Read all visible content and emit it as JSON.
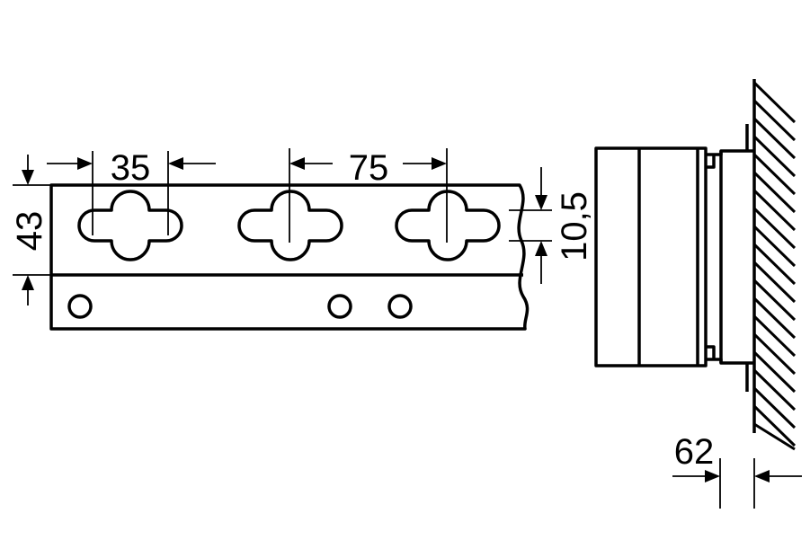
{
  "dimensions": {
    "slot_width": "35",
    "slot_pitch": "75",
    "rail_height": "43",
    "slot_height": "10,5",
    "depth": "62"
  },
  "colors": {
    "line": "#000000",
    "background": "#ffffff"
  }
}
